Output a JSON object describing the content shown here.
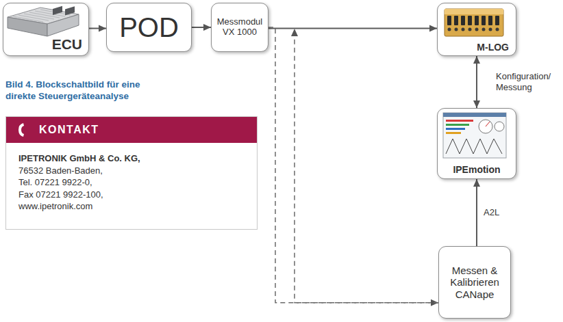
{
  "diagram": {
    "caption": "Bild 4. Blockschaltbild für eine direkte Steuergeräteanalyse",
    "nodes": [
      {
        "text": [
          "ECU"
        ]
      },
      {
        "text": [
          "POD"
        ]
      },
      {
        "text": [
          "Messmodul VX 1000"
        ]
      },
      {
        "text": [
          "M-LOG"
        ]
      },
      {
        "text": [
          "IPEmotion"
        ]
      },
      {
        "text": [
          "Messen & Kalibrieren CANape"
        ]
      },
      {
        "text": [
          "KONTAKT",
          "IPETRONIK GmbH & Co. KG,",
          "76532 Baden-Baden,",
          "Tel. 07221 9922-0,",
          "Fax 07221 9922-100,",
          "www.ipetronik.com"
        ]
      }
    ],
    "edges": [
      {
        "from": 0,
        "to": 1,
        "arrow": "to"
      },
      {
        "from": 1,
        "to": 2,
        "arrow": "to"
      },
      {
        "from": 2,
        "to": 3,
        "arrow": "to"
      },
      {
        "from": 3,
        "to": 4,
        "label": "Konfiguration/ Messung",
        "arrow": "both"
      },
      {
        "from": 5,
        "to": 4,
        "label": "A2L",
        "arrow": "to"
      },
      {
        "from": 2,
        "to": 5,
        "arrow": "to"
      },
      {
        "from": 5,
        "to": 2,
        "arrow": "to"
      }
    ]
  }
}
